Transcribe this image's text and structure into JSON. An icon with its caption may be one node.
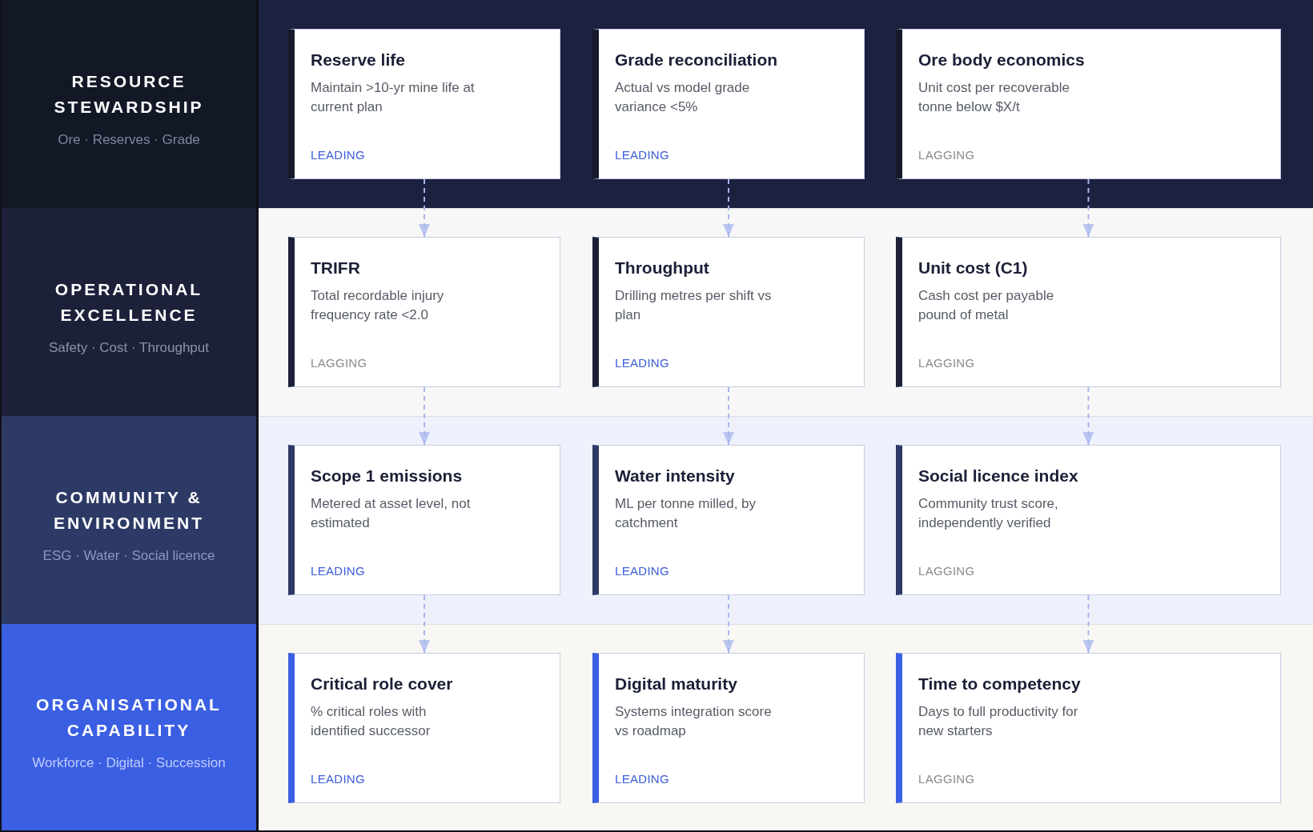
{
  "diagram": {
    "nodes": [
      {
        "text": [
          "RESOURCE STEWARDSHIP",
          "Ore · Reserves · Grade"
        ]
      },
      {
        "text": [
          "Reserve life",
          "Maintain >10-yr mine life at current plan",
          "LEADING"
        ]
      },
      {
        "text": [
          "Grade reconciliation",
          "Actual vs model grade variance <5%",
          "LEADING"
        ]
      },
      {
        "text": [
          "Ore body economics",
          "Unit cost per recoverable tonne below $X/t",
          "LAGGING"
        ]
      },
      {
        "text": [
          "OPERATIONAL EXCELLENCE",
          "Safety · Cost · Throughput"
        ]
      },
      {
        "text": [
          "TRIFR",
          "Total recordable injury frequency rate <2.0",
          "LAGGING"
        ]
      },
      {
        "text": [
          "Throughput",
          "Drilling metres per shift vs plan",
          "LEADING"
        ]
      },
      {
        "text": [
          "Unit cost (C1)",
          "Cash cost per payable pound of metal",
          "LAGGING"
        ]
      },
      {
        "text": [
          "COMMUNITY & ENVIRONMENT",
          "ESG · Water · Social licence"
        ]
      },
      {
        "text": [
          "Scope 1 emissions",
          "Metered at asset level, not estimated",
          "LEADING"
        ]
      },
      {
        "text": [
          "Water intensity",
          "ML per tonne milled, by catchment",
          "LEADING"
        ]
      },
      {
        "text": [
          "Social licence index",
          "Community trust score, independently verified",
          "LAGGING"
        ]
      },
      {
        "text": [
          "ORGANISATIONAL CAPABILITY",
          "Workforce · Digital · Succession"
        ]
      },
      {
        "text": [
          "Critical role cover",
          "% critical roles with identified successor",
          "LEADING"
        ]
      },
      {
        "text": [
          "Digital maturity",
          "Systems integration score vs roadmap",
          "LEADING"
        ]
      },
      {
        "text": [
          "Time to competency",
          "Days to full productivity for new starters",
          "LAGGING"
        ]
      }
    ],
    "edges": [
      {
        "from": 1,
        "to": 5,
        "arrow": "to",
        "style": "dashed"
      },
      {
        "from": 2,
        "to": 6,
        "arrow": "to",
        "style": "dashed"
      },
      {
        "from": 3,
        "to": 7,
        "arrow": "to",
        "style": "dashed"
      },
      {
        "from": 5,
        "to": 9,
        "arrow": "to",
        "style": "dashed"
      },
      {
        "from": 6,
        "to": 10,
        "arrow": "to",
        "style": "dashed"
      },
      {
        "from": 7,
        "to": 11,
        "arrow": "to",
        "style": "dashed"
      },
      {
        "from": 9,
        "to": 13,
        "arrow": "to",
        "style": "dashed"
      },
      {
        "from": 10,
        "to": 14,
        "arrow": "to",
        "style": "dashed"
      },
      {
        "from": 11,
        "to": 15,
        "arrow": "to",
        "style": "dashed"
      }
    ]
  }
}
